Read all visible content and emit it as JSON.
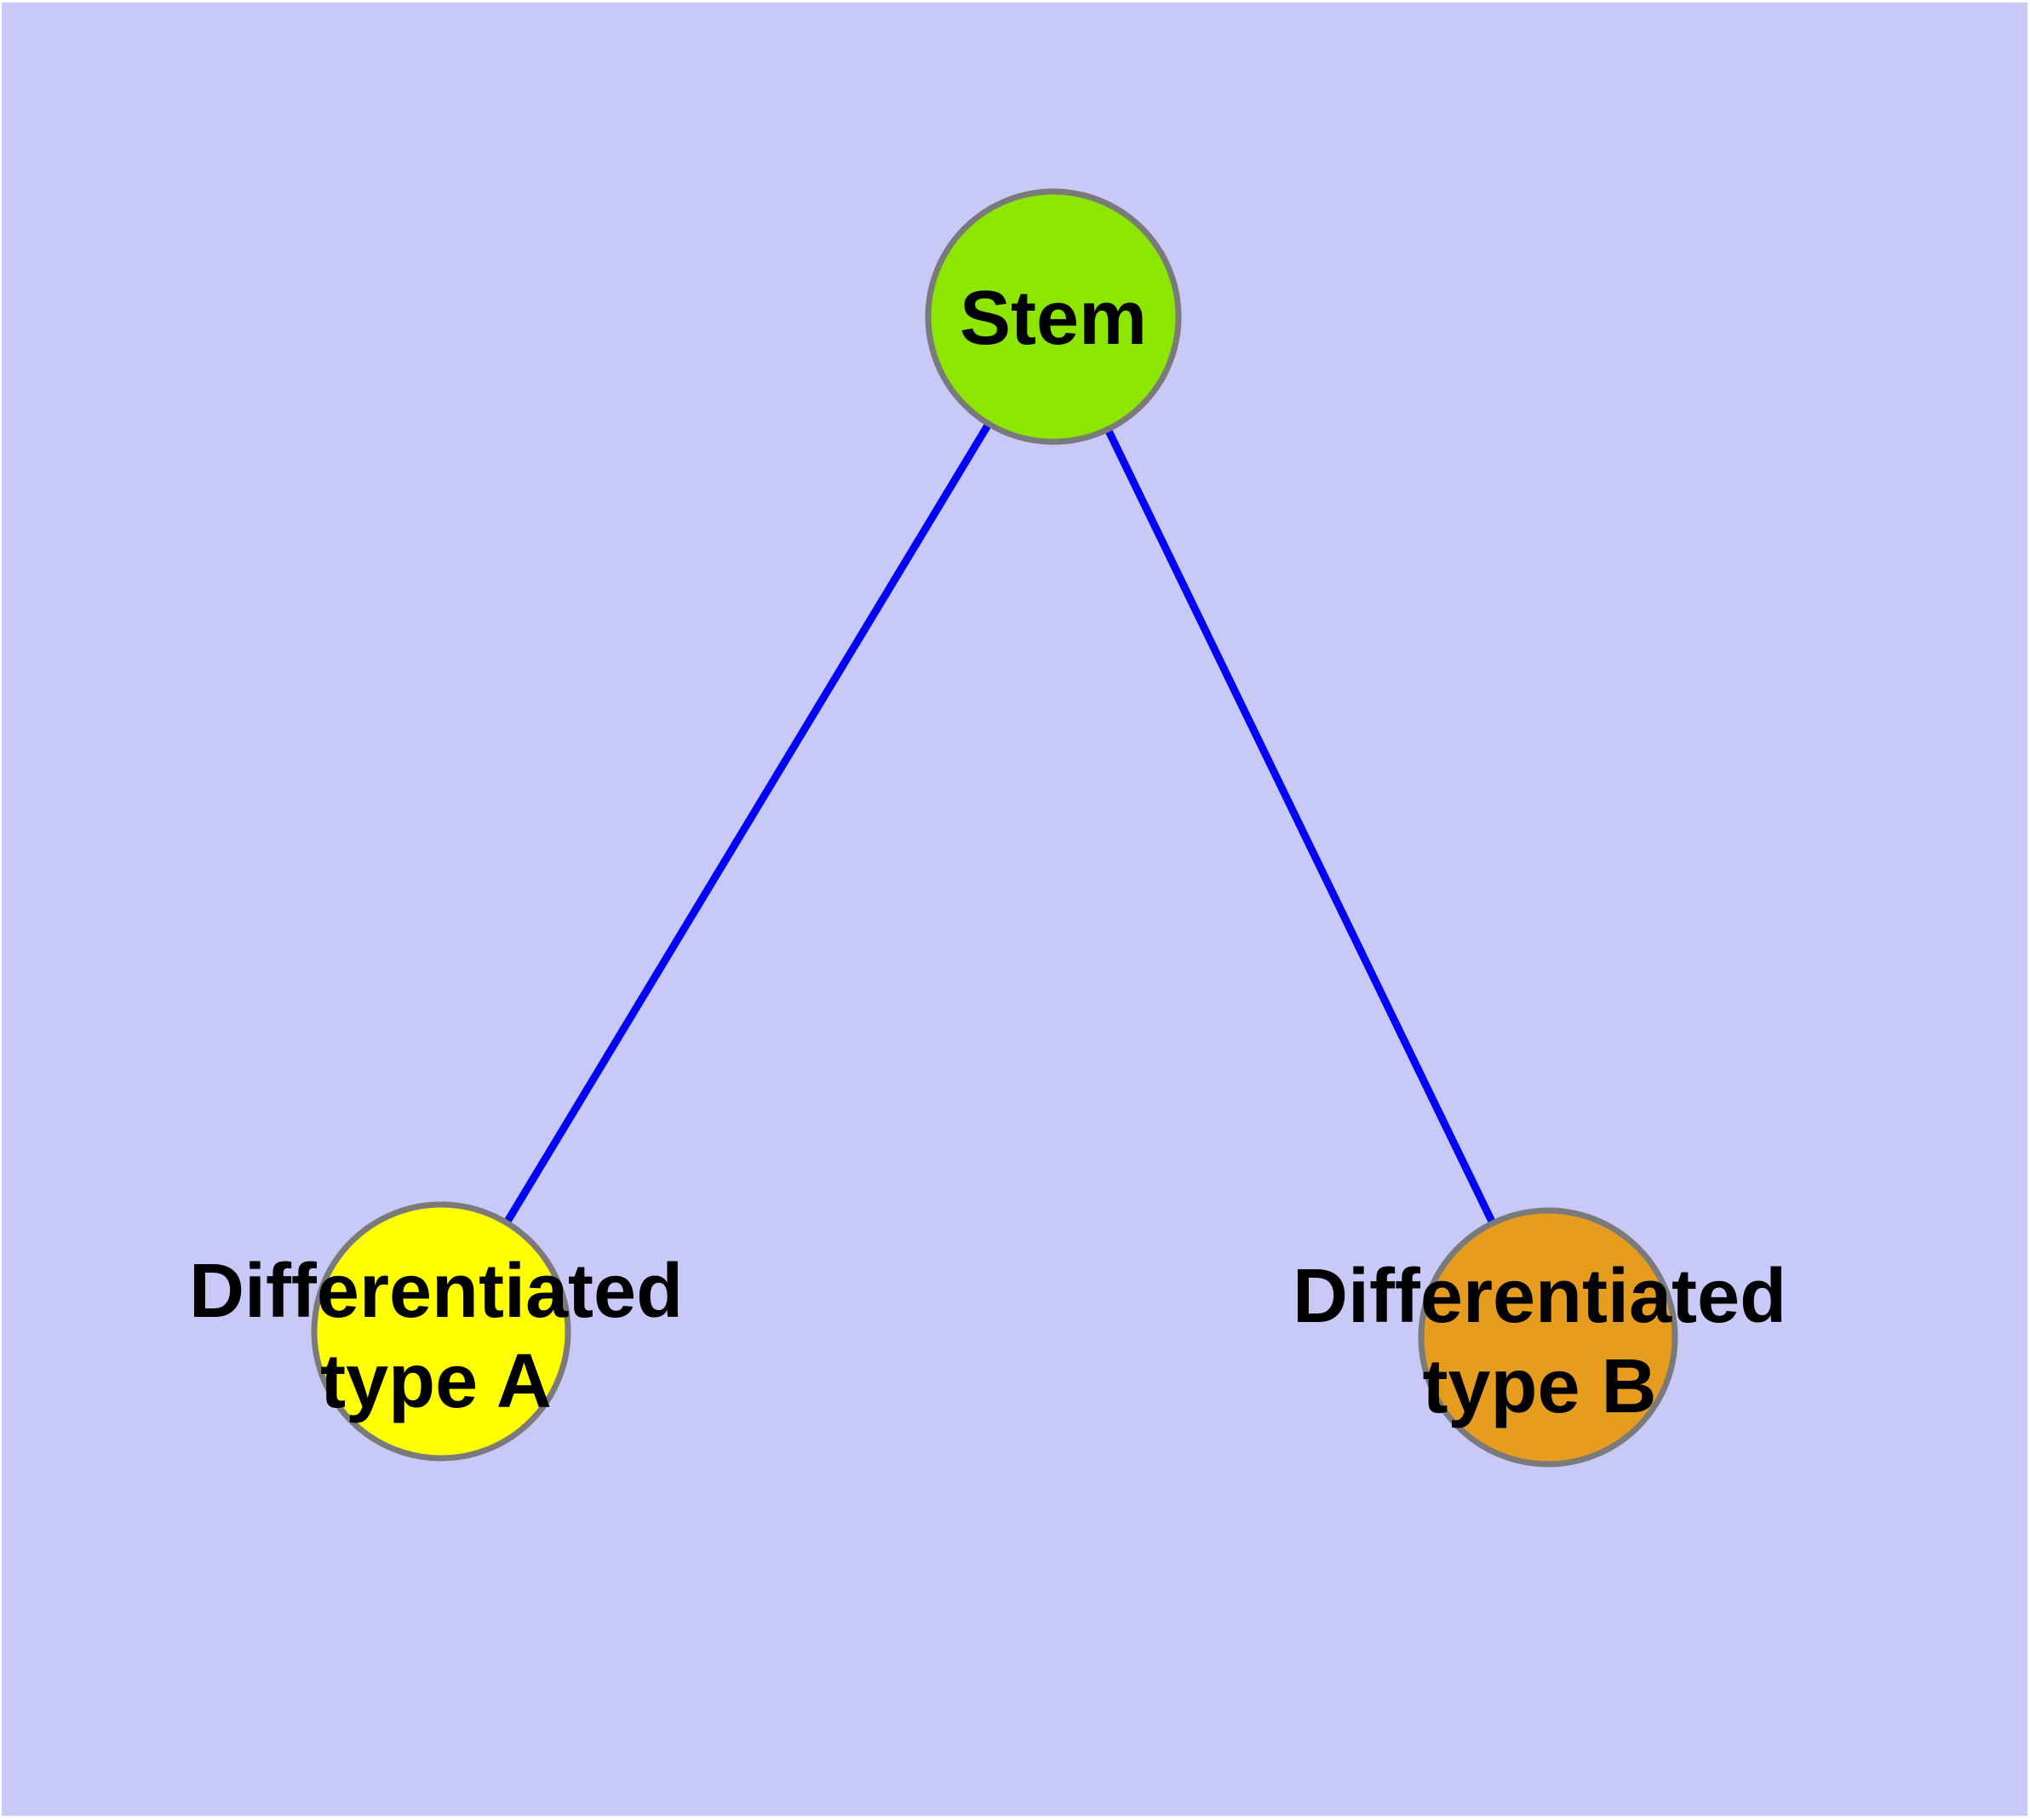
{
  "diagram": {
    "background_color": "#C9C9F8",
    "frame_color": "#FFFFFF",
    "label_color": "#000000",
    "nodes": [
      {
        "id": "stem",
        "label": "Stem",
        "fill": "#8CE600",
        "border": "#7A7A7A"
      },
      {
        "id": "differentiated-type-a",
        "label_line1": "Differentiated",
        "label_line2": "type A",
        "fill": "#FFFF00",
        "border": "#7A7A7A"
      },
      {
        "id": "differentiated-type-b",
        "label_line1": "Differentiated",
        "label_line2": "type B",
        "fill": "#E69C1E",
        "border": "#7A7A7A"
      }
    ],
    "edges": [
      {
        "from": "Stem",
        "to": "Differentiated type A",
        "color": "#0202F8"
      },
      {
        "from": "Stem",
        "to": "Differentiated type B",
        "color": "#0202F8"
      }
    ]
  }
}
